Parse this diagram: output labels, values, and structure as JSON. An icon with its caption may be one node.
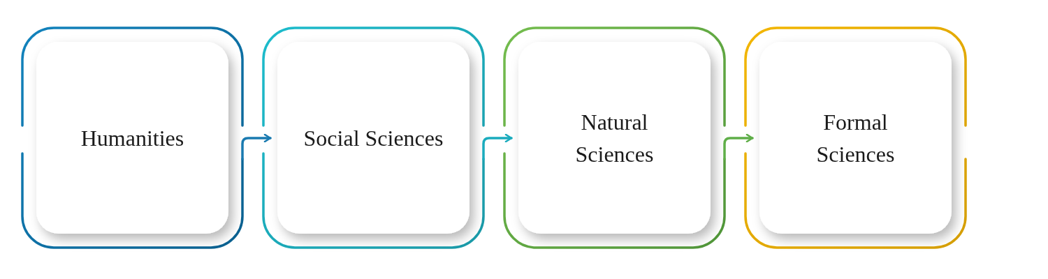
{
  "diagram": {
    "nodes": [
      {
        "text": [
          "Humanities"
        ]
      },
      {
        "text": [
          "Social Sciences"
        ]
      },
      {
        "text": [
          "Natural Sciences"
        ]
      },
      {
        "text": [
          "Formal Sciences"
        ]
      }
    ],
    "edges": [
      {
        "from": 0,
        "to": 1,
        "arrow": "to",
        "color": "#1a7ab0"
      },
      {
        "from": 1,
        "to": 2,
        "arrow": "to",
        "color": "#1aabbd"
      },
      {
        "from": 2,
        "to": 3,
        "arrow": "to",
        "color": "#5fae48"
      }
    ]
  }
}
